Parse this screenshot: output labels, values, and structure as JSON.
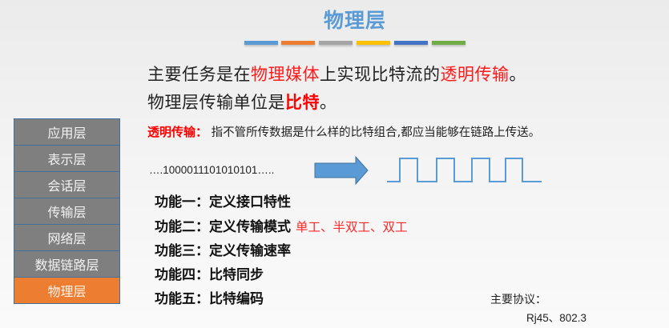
{
  "slide": {
    "title": "物理层",
    "title_color": "#5b9bd5",
    "accent_bars": [
      "#5b9bd5",
      "#ed7d31",
      "#a5a5a5",
      "#ffc000",
      "#4472c4",
      "#70ad47"
    ]
  },
  "main": {
    "line1": {
      "part1": "主要任务是在",
      "highlight1": "物理媒体",
      "part2": "上实现比特流的",
      "highlight2": "透明传输",
      "part3": "。"
    },
    "line2": {
      "part1": "物理层传输单位是",
      "highlight": "比特",
      "part2": "。"
    }
  },
  "definition": {
    "term": "透明传输：",
    "text": "指不管所传数据是什么样的比特组合,都应当能够在链路上传送。"
  },
  "diagram": {
    "bitstream": "….1000011101010101…..",
    "arrow_icon": "right-arrow-icon",
    "waveform_icon": "square-wave-icon",
    "arrow_color": "#5b9bd5",
    "wave_color": "#5b9bd5"
  },
  "functions": [
    {
      "label": "功能一：定义接口特性",
      "note": ""
    },
    {
      "label": "功能二：定义传输模式",
      "note": "单工、半双工、双工"
    },
    {
      "label": "功能三：定义传输速率",
      "note": ""
    },
    {
      "label": "功能四：比特同步",
      "note": ""
    },
    {
      "label": "功能五：比特编码",
      "note": ""
    }
  ],
  "osi_layers": {
    "items": [
      {
        "label": "应用层",
        "active": false
      },
      {
        "label": "表示层",
        "active": false
      },
      {
        "label": "会话层",
        "active": false
      },
      {
        "label": "传输层",
        "active": false
      },
      {
        "label": "网络层",
        "active": false
      },
      {
        "label": "数据链路层",
        "active": false
      },
      {
        "label": "物理层",
        "active": true
      }
    ],
    "inactive_color": "#7f7f7f",
    "active_color": "#ed7d31"
  },
  "protocols": {
    "label": "主要协议：",
    "value": "Rj45、802.3"
  }
}
